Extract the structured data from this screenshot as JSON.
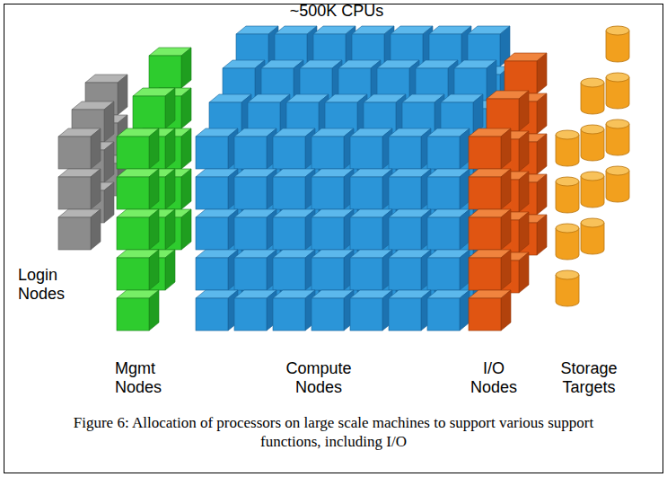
{
  "diagram": {
    "caption": "Figure 6: Allocation of processors on large scale machines to support various support functions, including I/O",
    "labels": [
      "~500K CPUs",
      "Login Nodes",
      "Mgmt Nodes",
      "Compute Nodes",
      "I/O Nodes",
      "Storage Targets"
    ]
  }
}
